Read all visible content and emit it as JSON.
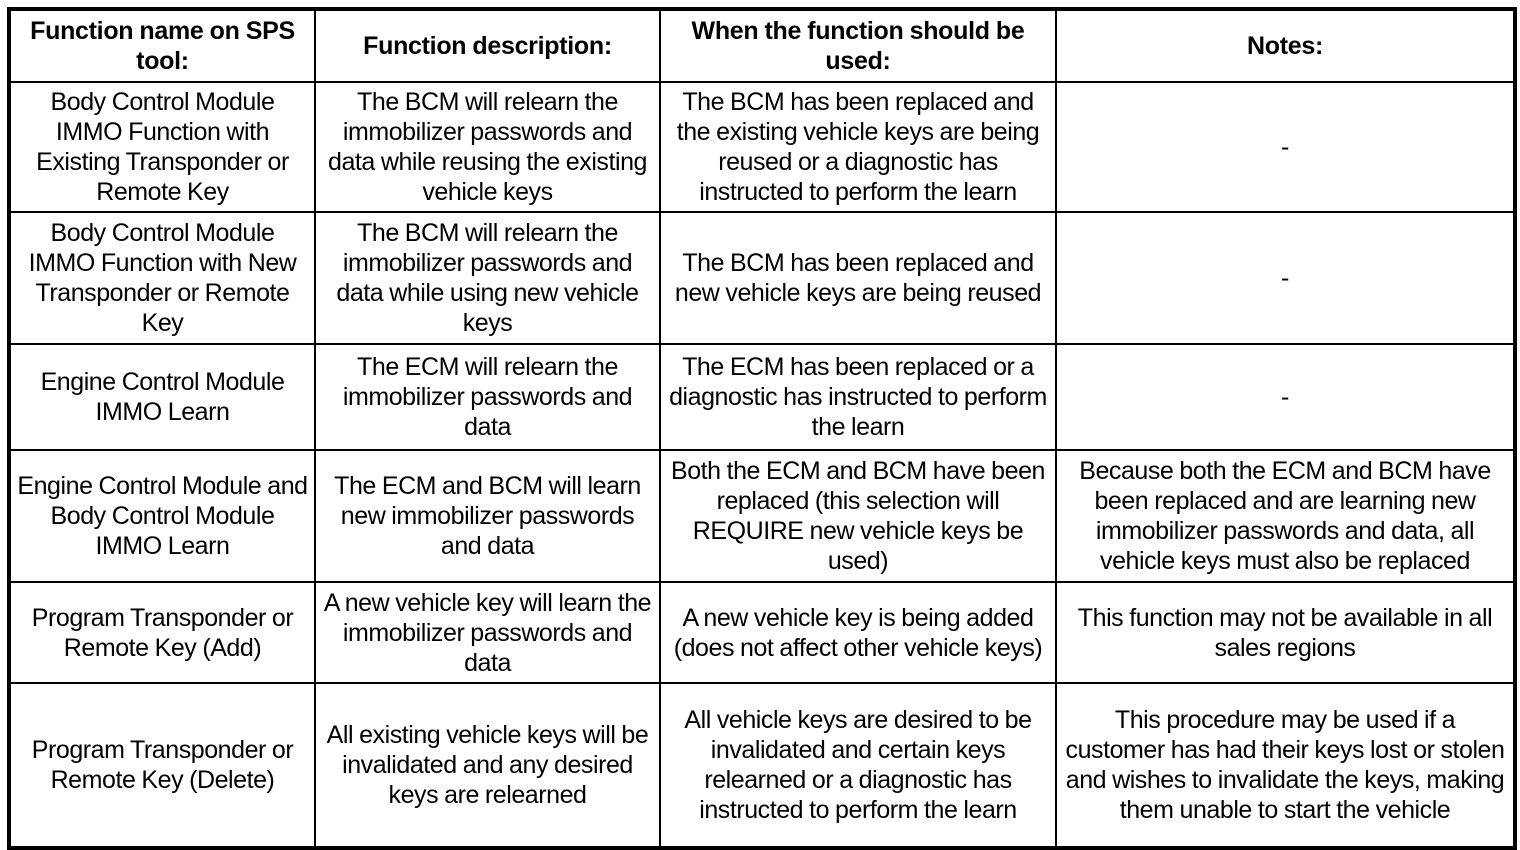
{
  "table": {
    "headers": [
      "Function name on SPS tool:",
      "Function description:",
      "When the function should be used:",
      "Notes:"
    ],
    "rows": [
      {
        "function_name": "Body Control Module IMMO Function with Existing Transponder or Remote Key",
        "function_description": "The BCM will relearn the immobilizer passwords and data while reusing the existing vehicle keys",
        "when_used": "The BCM has been replaced and the existing vehicle keys are being reused or a diagnostic has instructed to perform the learn",
        "notes": "-"
      },
      {
        "function_name": "Body Control Module IMMO Function with New Transponder or Remote Key",
        "function_description": "The BCM will relearn the immobilizer passwords and data while using new vehicle keys",
        "when_used": "The BCM has been replaced and new vehicle keys are being reused",
        "notes": "-"
      },
      {
        "function_name": "Engine Control Module IMMO Learn",
        "function_description": "The ECM will relearn the immobilizer passwords and data",
        "when_used": "The ECM has been replaced or a diagnostic has instructed to perform the learn",
        "notes": "-"
      },
      {
        "function_name": "Engine Control Module and Body Control Module IMMO Learn",
        "function_description": "The ECM and BCM will learn new immobilizer passwords and data",
        "when_used": "Both the ECM and BCM have been replaced (this selection will REQUIRE new vehicle keys be used)",
        "notes": "Because both the ECM and BCM have been replaced and are learning new immobilizer passwords and data, all vehicle keys must also be replaced"
      },
      {
        "function_name": "Program Transponder or Remote Key (Add)",
        "function_description": "A new vehicle key will learn the immobilizer passwords and data",
        "when_used": "A new vehicle key is being added (does not affect other vehicle keys)",
        "notes": "This function may not be available in all sales regions"
      },
      {
        "function_name": "Program Transponder or Remote Key (Delete)",
        "function_description": "All existing vehicle keys will be invalidated and any desired keys are relearned",
        "when_used": "All vehicle keys are desired to be invalidated and certain keys relearned or a diagnostic has instructed to perform the learn",
        "notes": "This procedure may be used if a customer has had their keys lost or stolen and wishes to invalidate the keys, making them unable to start the vehicle"
      }
    ]
  },
  "colors": {
    "border": "#000000",
    "text": "#000000",
    "background": "#ffffff"
  }
}
